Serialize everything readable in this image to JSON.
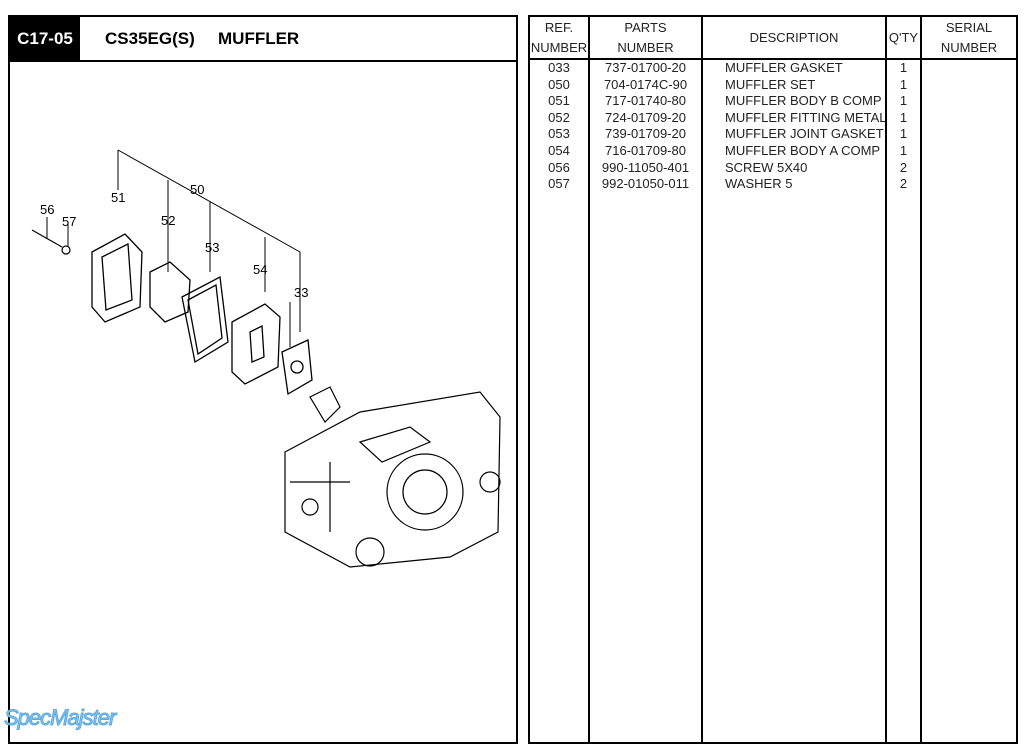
{
  "header": {
    "code": "C17-05",
    "model": "CS35EG(S)",
    "title": "MUFFLER"
  },
  "diagram": {
    "callouts": [
      "56",
      "57",
      "51",
      "50",
      "52",
      "53",
      "54",
      "33"
    ]
  },
  "table": {
    "headers": {
      "ref": [
        "REF.",
        "NUMBER"
      ],
      "parts": [
        "PARTS",
        "NUMBER"
      ],
      "desc": "DESCRIPTION",
      "qty": "Q'TY",
      "serial": [
        "SERIAL",
        "NUMBER"
      ]
    },
    "rows": [
      {
        "ref": "033",
        "part": "737-01700-20",
        "desc": "MUFFLER GASKET",
        "qty": "1"
      },
      {
        "ref": "050",
        "part": "704-0174C-90",
        "desc": "MUFFLER SET",
        "qty": "1"
      },
      {
        "ref": "051",
        "part": "717-01740-80",
        "desc": "MUFFLER BODY B COMP",
        "qty": "1"
      },
      {
        "ref": "052",
        "part": "724-01709-20",
        "desc": "MUFFLER FITTING METAL",
        "qty": "1"
      },
      {
        "ref": "053",
        "part": "739-01709-20",
        "desc": "MUFFLER JOINT GASKET",
        "qty": "1"
      },
      {
        "ref": "054",
        "part": "716-01709-80",
        "desc": "MUFFLER BODY A COMP",
        "qty": "1"
      },
      {
        "ref": "056",
        "part": "990-11050-401",
        "desc": "SCREW 5X40",
        "qty": "2"
      },
      {
        "ref": "057",
        "part": "992-01050-011",
        "desc": "WASHER 5",
        "qty": "2"
      }
    ]
  },
  "watermark": "SpecMajster"
}
